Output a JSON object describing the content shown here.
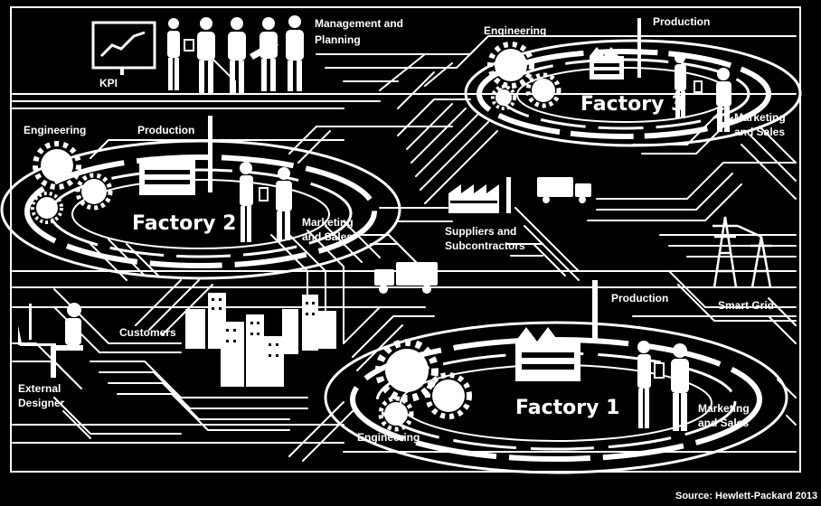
{
  "kpi": "KPI",
  "management": [
    "Management and",
    "Planning"
  ],
  "factory3": {
    "engineering": "Engineering",
    "production": "Production",
    "name": "Factory 3",
    "marketing": [
      "Marketing",
      "and Sales"
    ]
  },
  "factory2": {
    "engineering": "Engineering",
    "production": "Production",
    "name": "Factory   2",
    "marketing": [
      "Marketing",
      "and Sales"
    ]
  },
  "factory1": {
    "engineering": "Engineering",
    "production": "Production",
    "name": "Factory 1",
    "marketing": [
      "Marketing",
      "and Sales"
    ]
  },
  "suppliers": [
    "Suppliers and",
    "Subcontractors"
  ],
  "smart_grid": "Smart Grid",
  "customers": "Customers",
  "external_designer": [
    "External",
    "Designer"
  ],
  "source": "Source: Hewlett-Packard 2013",
  "colors": {
    "background": "#000000",
    "foreground": "#ffffff"
  }
}
